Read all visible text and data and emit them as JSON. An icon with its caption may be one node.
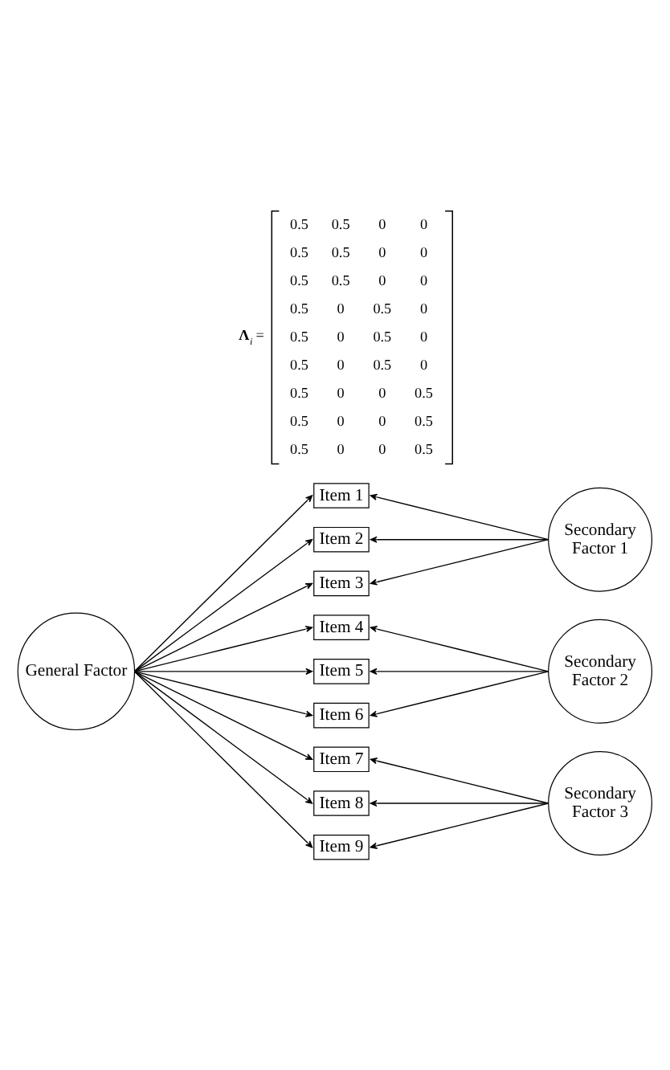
{
  "diagram": {
    "nodes": [
      {
        "text": [
          "General Factor"
        ]
      },
      {
        "text": [
          "Item 1"
        ]
      },
      {
        "text": [
          "Item 2"
        ]
      },
      {
        "text": [
          "Item 3"
        ]
      },
      {
        "text": [
          "Item 4"
        ]
      },
      {
        "text": [
          "Item 5"
        ]
      },
      {
        "text": [
          "Item 6"
        ]
      },
      {
        "text": [
          "Item 7"
        ]
      },
      {
        "text": [
          "Item 8"
        ]
      },
      {
        "text": [
          "Item 9"
        ]
      },
      {
        "text": [
          "Secondary Factor 1"
        ]
      },
      {
        "text": [
          "Secondary Factor 2"
        ]
      },
      {
        "text": [
          "Secondary Factor 3"
        ]
      }
    ],
    "edges": [
      {
        "from": 0,
        "to": 1,
        "arrow": "to"
      },
      {
        "from": 0,
        "to": 2,
        "arrow": "to"
      },
      {
        "from": 0,
        "to": 3,
        "arrow": "to"
      },
      {
        "from": 0,
        "to": 4,
        "arrow": "to"
      },
      {
        "from": 0,
        "to": 5,
        "arrow": "to"
      },
      {
        "from": 0,
        "to": 6,
        "arrow": "to"
      },
      {
        "from": 0,
        "to": 7,
        "arrow": "to"
      },
      {
        "from": 0,
        "to": 8,
        "arrow": "to"
      },
      {
        "from": 0,
        "to": 9,
        "arrow": "to"
      },
      {
        "from": 10,
        "to": 1,
        "arrow": "to"
      },
      {
        "from": 10,
        "to": 2,
        "arrow": "to"
      },
      {
        "from": 10,
        "to": 3,
        "arrow": "to"
      },
      {
        "from": 11,
        "to": 4,
        "arrow": "to"
      },
      {
        "from": 11,
        "to": 5,
        "arrow": "to"
      },
      {
        "from": 11,
        "to": 6,
        "arrow": "to"
      },
      {
        "from": 12,
        "to": 7,
        "arrow": "to"
      },
      {
        "from": 12,
        "to": 8,
        "arrow": "to"
      },
      {
        "from": 12,
        "to": 9,
        "arrow": "to"
      }
    ],
    "labels": [
      "**Λ**$_{i}$ =",
      "0.5",
      "0.5",
      "0",
      "0",
      "0.5",
      "0.5",
      "0",
      "0",
      "0.5",
      "0.5",
      "0",
      "0",
      "0.5",
      "0",
      "0.5",
      "0",
      "0.5",
      "0",
      "0.5",
      "0",
      "0.5",
      "0",
      "0.5",
      "0",
      "0.5",
      "0",
      "0",
      "0.5",
      "0.5",
      "0",
      "0",
      "0.5",
      "0.5",
      "0",
      "0",
      "0.5"
    ]
  }
}
